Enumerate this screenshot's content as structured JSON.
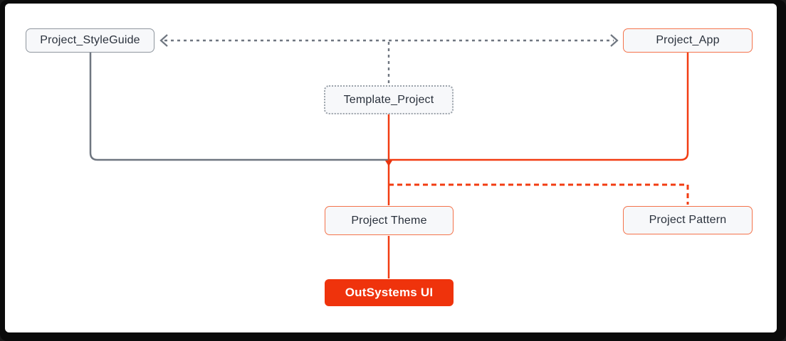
{
  "diagram": {
    "description": "OutSystems project architecture dependency diagram",
    "colors": {
      "frame": "#0b0b0b",
      "canvas_background": "#ffffff",
      "node_background": "#f7f8fa",
      "gray_line": "#6f7680",
      "gray_border": "#8f969e",
      "dotted_border": "#9ca3ab",
      "orange_line": "#f23c12",
      "orange_border": "#f4734b",
      "brand_fill": "#ef330c",
      "text": "#2a313c",
      "text_on_brand": "#ffffff"
    },
    "nodes": [
      {
        "id": "project_styleguide",
        "label": "Project_StyleGuide",
        "style": "gray-solid-outline"
      },
      {
        "id": "project_app",
        "label": "Project_App",
        "style": "orange-solid-outline"
      },
      {
        "id": "template_project",
        "label": "Template_Project",
        "style": "gray-dotted-outline"
      },
      {
        "id": "project_theme",
        "label": "Project Theme",
        "style": "orange-solid-outline"
      },
      {
        "id": "project_pattern",
        "label": "Project Pattern",
        "style": "orange-solid-outline"
      },
      {
        "id": "outsystems_ui",
        "label": "OutSystems UI",
        "style": "red-filled"
      }
    ],
    "connections": [
      {
        "from": "project_styleguide",
        "to": "project_app",
        "line": "dotted-gray",
        "arrows": "both"
      },
      {
        "from": "styleguide_app_link",
        "to": "template_project",
        "line": "dotted-gray",
        "arrows": "none"
      },
      {
        "from": "project_styleguide",
        "to": "project_theme",
        "line": "solid-gray",
        "arrows": "none"
      },
      {
        "from": "project_app",
        "to": "project_theme",
        "line": "solid-orange",
        "arrows": "none"
      },
      {
        "from": "template_project",
        "to": "project_theme",
        "line": "solid-orange",
        "arrows": "small-down-arrow"
      },
      {
        "from": "project_theme",
        "to": "project_pattern",
        "line": "dashed-orange",
        "arrows": "none"
      },
      {
        "from": "project_theme",
        "to": "outsystems_ui",
        "line": "solid-orange",
        "arrows": "none"
      }
    ]
  }
}
